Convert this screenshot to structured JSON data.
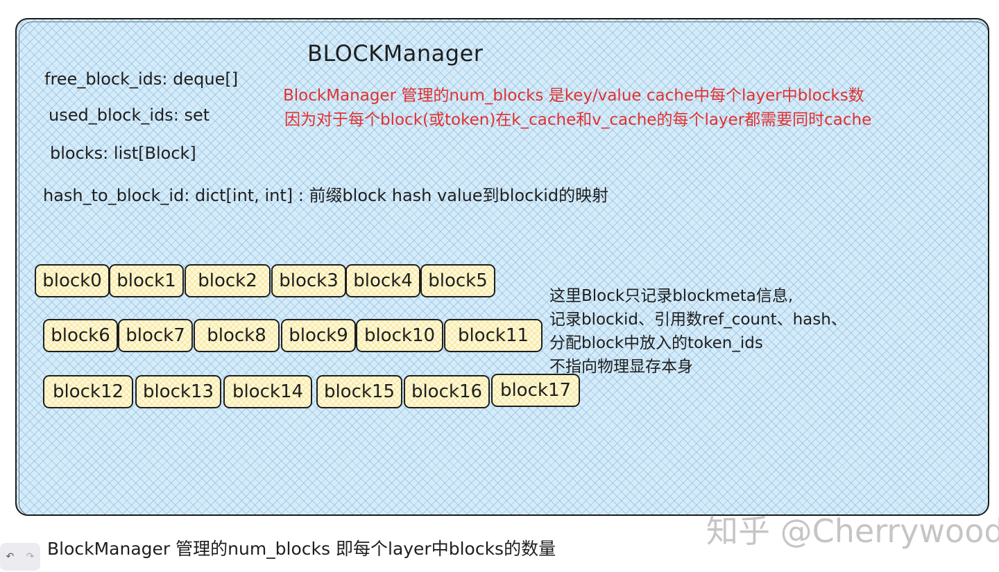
{
  "title": "BLOCKManager",
  "fields": [
    "free_block_ids: deque[]",
    "used_block_ids: set",
    "blocks: list[Block]",
    "hash_to_block_id: dict[int, int] : 前缀block hash value到blockid的映射"
  ],
  "red_note": [
    "BlockManager 管理的num_blocks 是key/value cache中每个layer中blocks数",
    "因为对于每个block(或token)在k_cache和v_cache的每个layer都需要同时cache"
  ],
  "block_note": [
    "这里Block只记录blockmeta信息,",
    "记录blockid、引用数ref_count、hash、",
    "分配block中放入的token_ids",
    "不指向物理显存本身"
  ],
  "blocks": {
    "row1": [
      "block0",
      "block1",
      "block2",
      "block3",
      "block4",
      "block5"
    ],
    "row2": [
      "block6",
      "block7",
      "block8",
      "block9",
      "block10",
      "block11"
    ],
    "row3": [
      "block12",
      "block13",
      "block14",
      "block15",
      "block16",
      "block17"
    ]
  },
  "caption": "BlockManager 管理的num_blocks 即每个layer中blocks的数量",
  "watermark": "知乎 @Cherrywood",
  "toolbar": {
    "undo_icon": "undo-icon",
    "redo_icon": "redo-icon"
  },
  "colors": {
    "box_fill": "#a5d8ff",
    "block_fill": "#ffec99",
    "red_text": "#e03131",
    "stroke": "#1e1e1e"
  }
}
